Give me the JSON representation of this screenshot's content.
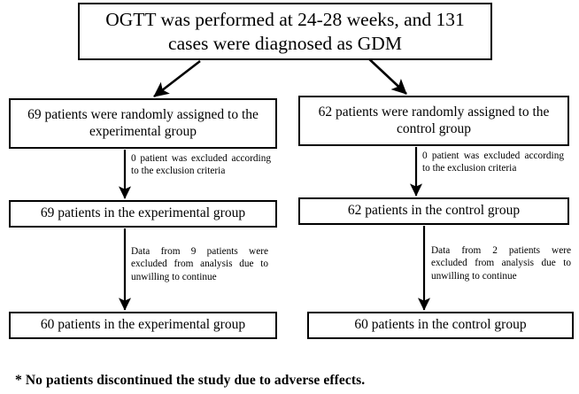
{
  "diagram": {
    "type": "crm-participant-flow-chart",
    "boxes": {
      "top": "OGTT was performed at 24-28 weeks, and 131 cases were diagnosed as GDM",
      "experimental_assigned": "69 patients were randomly assigned to the experimental group",
      "control_assigned": "62 patients were randomly assigned to the control group",
      "experimental_enrolled": "69 patients in the experimental group",
      "control_enrolled": "62 patients in the control group",
      "experimental_analyzed": "60 patients in the experimental group",
      "control_analyzed": "60 patients in the control group"
    },
    "annotations": {
      "experimental_exclusion": "0 patient was excluded according to the exclusion criteria",
      "control_exclusion": "0 patient was excluded according to the exclusion criteria",
      "experimental_dropout": "Data from 9 patients were excluded from analysis due to unwilling to continue",
      "control_dropout": "Data from 2 patients were excluded from analysis due to unwilling to continue"
    },
    "footnote": "* No patients discontinued the study due to adverse effects.",
    "colors": {
      "line": "#000000",
      "text": "#000000",
      "background": "#ffffff"
    }
  }
}
